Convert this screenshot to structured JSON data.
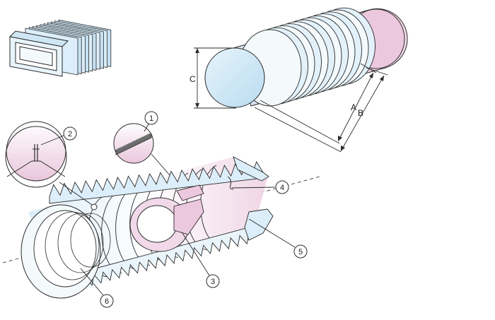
{
  "diagram": {
    "dimension_labels": {
      "c": "C",
      "a": "A",
      "b": "B"
    },
    "callouts": [
      {
        "number": "1"
      },
      {
        "number": "2"
      },
      {
        "number": "3"
      },
      {
        "number": "4"
      },
      {
        "number": "5"
      },
      {
        "number": "6"
      }
    ],
    "colors": {
      "rod_fill": "#e9c6dc",
      "rod_end": "#cfe8f6",
      "bellows_fill": "#dceef9",
      "bellows_pink": "#f1d9e9",
      "stroke": "#2b2b2b"
    }
  }
}
